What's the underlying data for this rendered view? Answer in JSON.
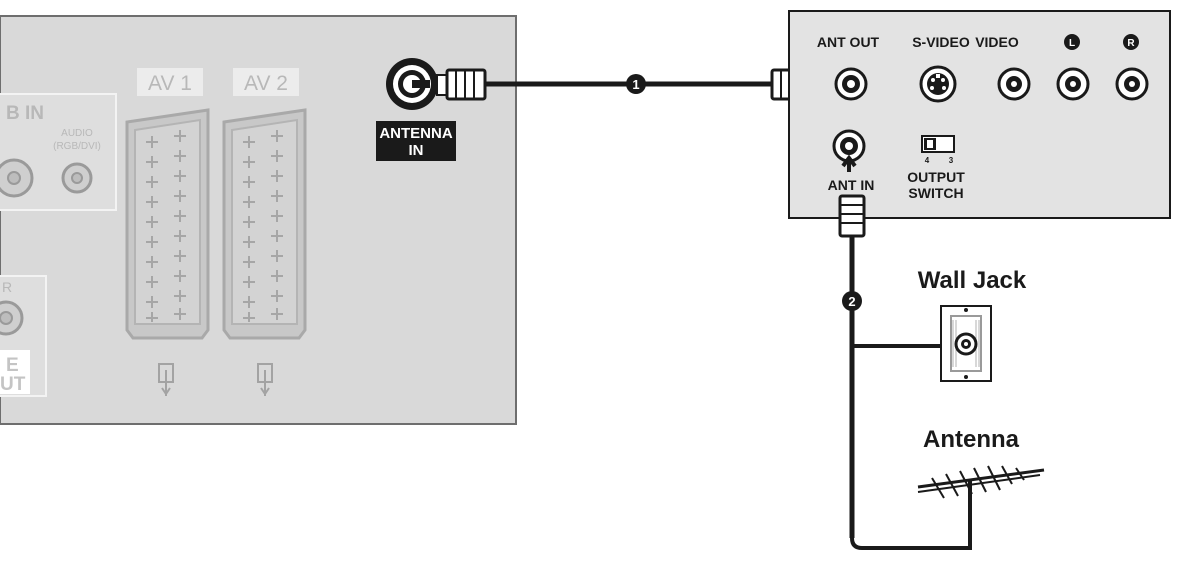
{
  "tv_panel": {
    "rgb_in_label": "B IN",
    "audio_label_line1": "AUDIO",
    "audio_label_line2": "(RGB/DVI)",
    "av1_label": "AV 1",
    "av2_label": "AV 2",
    "edge_letter_r": "R",
    "edge_text_line1": "E",
    "edge_text_line2": "UT",
    "antenna_in_line1": "ANTENNA",
    "antenna_in_line2": "IN"
  },
  "vcr_panel": {
    "ant_out_label": "ANT OUT",
    "svideo_label": "S-VIDEO",
    "video_label": "VIDEO",
    "left_label": "L",
    "right_label": "R",
    "ant_in_label": "ANT IN",
    "switch_num_left": "4",
    "switch_num_right": "3",
    "output_switch_line1": "OUTPUT",
    "output_switch_line2": "SWITCH"
  },
  "steps": {
    "step1": "1",
    "step2": "2"
  },
  "sources": {
    "wall_jack_label": "Wall Jack",
    "antenna_label": "Antenna"
  },
  "colors": {
    "panel_bg": "#d9d9d9",
    "vcr_bg": "#e3e3e3",
    "ink": "#1a1a1a",
    "outline": "#6e6e6e"
  }
}
